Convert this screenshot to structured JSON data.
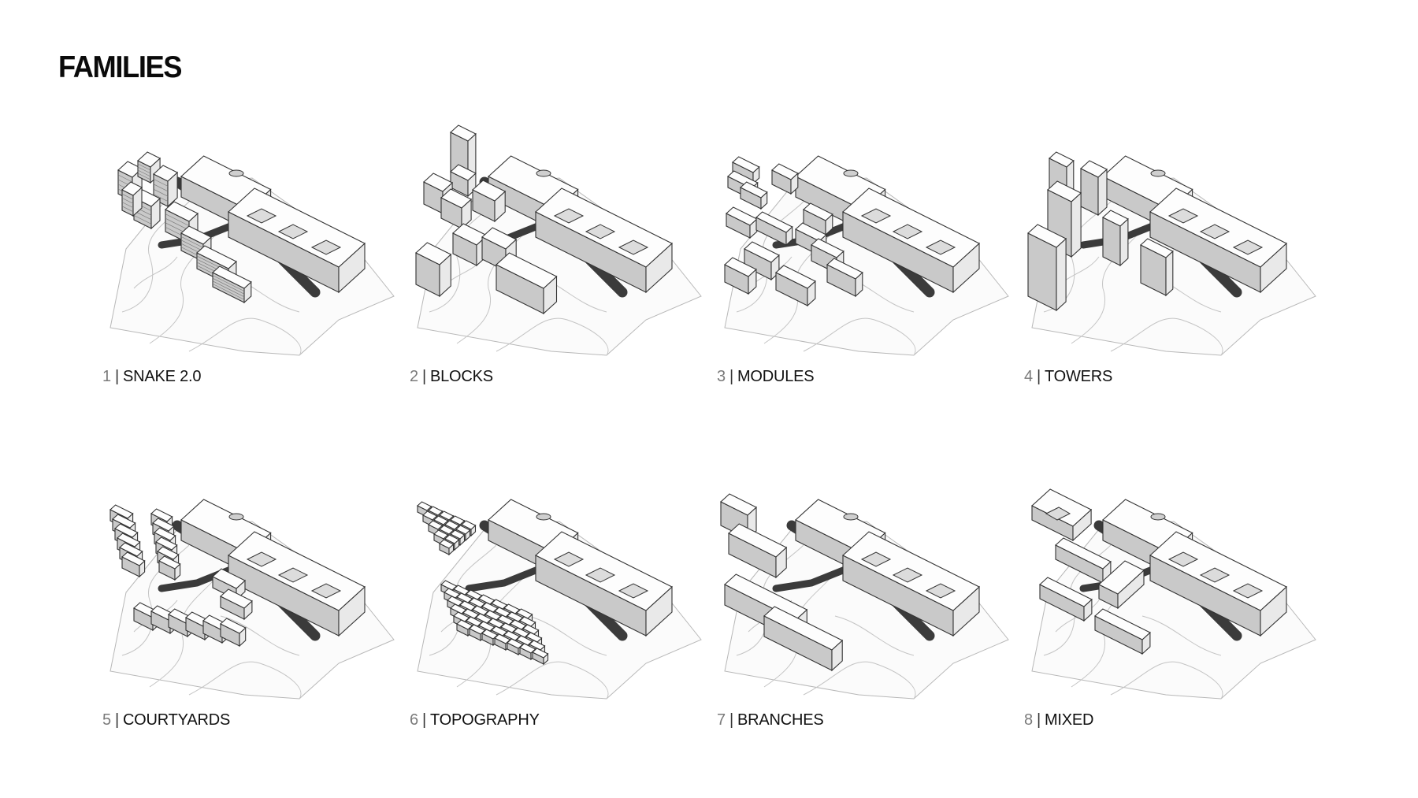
{
  "title": "FAMILIES",
  "families": [
    {
      "number": "1",
      "label": "SNAKE 2.0"
    },
    {
      "number": "2",
      "label": "BLOCKS"
    },
    {
      "number": "3",
      "label": "MODULES"
    },
    {
      "number": "4",
      "label": "TOWERS"
    },
    {
      "number": "5",
      "label": "COURTYARDS"
    },
    {
      "number": "6",
      "label": "TOPOGRAPHY"
    },
    {
      "number": "7",
      "label": "BRANCHES"
    },
    {
      "number": "8",
      "label": "MIXED"
    }
  ],
  "separator": "|",
  "colors": {
    "road": "#3b3b3b",
    "building_front": "#c9c9c9",
    "building_top": "#fdfdfd",
    "site": "#fbfbfb"
  }
}
